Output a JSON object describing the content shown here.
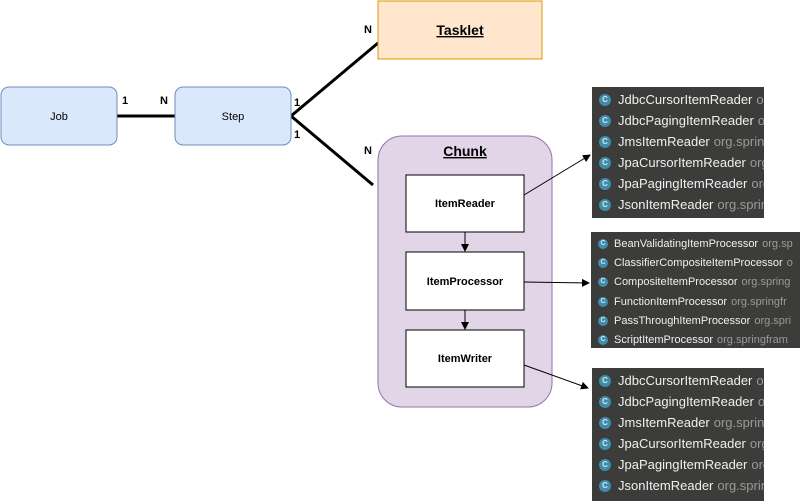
{
  "nodes": {
    "job": "Job",
    "step": "Step",
    "tasklet": "Tasklet",
    "chunk": "Chunk",
    "item_reader": "ItemReader",
    "item_processor": "ItemProcessor",
    "item_writer": "ItemWriter"
  },
  "multiplicity": {
    "job_step_job_side": "1",
    "job_step_step_side": "N",
    "step_tasklet_step_side": "1",
    "step_tasklet_tasklet_side": "N",
    "step_chunk_step_side": "1",
    "step_chunk_chunk_side": "N"
  },
  "colors": {
    "job_step_fill": "#dae8fc",
    "job_step_stroke": "#6c8ebf",
    "tasklet_fill": "#ffe6cc",
    "tasklet_stroke": "#d79b00",
    "chunk_fill": "#e1d5e7",
    "chunk_stroke": "#9673a6",
    "panel_bg": "#3c3c3a",
    "class_icon": "#3f8dab"
  },
  "class_icon_letter": "C",
  "reader_panel": [
    {
      "name": "JdbcCursorItemReader",
      "pkg": "o"
    },
    {
      "name": "JdbcPagingItemReader",
      "pkg": "o"
    },
    {
      "name": "JmsItemReader",
      "pkg": "org.sprin"
    },
    {
      "name": "JpaCursorItemReader",
      "pkg": "org"
    },
    {
      "name": "JpaPagingItemReader",
      "pkg": "org"
    },
    {
      "name": "JsonItemReader",
      "pkg": "org.sprin"
    }
  ],
  "processor_panel": [
    {
      "name": "BeanValidatingItemProcessor",
      "pkg": "org.sp"
    },
    {
      "name": "ClassifierCompositeItemProcessor",
      "pkg": "o"
    },
    {
      "name": "CompositeItemProcessor",
      "pkg": "org.spring"
    },
    {
      "name": "FunctionItemProcessor",
      "pkg": "org.springfr"
    },
    {
      "name": "PassThroughItemProcessor",
      "pkg": "org.spri"
    },
    {
      "name": "ScriptItemProcessor",
      "pkg": "org.springfram"
    }
  ],
  "writer_panel": [
    {
      "name": "JdbcCursorItemReader",
      "pkg": "o"
    },
    {
      "name": "JdbcPagingItemReader",
      "pkg": "o"
    },
    {
      "name": "JmsItemReader",
      "pkg": "org.sprin"
    },
    {
      "name": "JpaCursorItemReader",
      "pkg": "org"
    },
    {
      "name": "JpaPagingItemReader",
      "pkg": "org"
    },
    {
      "name": "JsonItemReader",
      "pkg": "org.sprin"
    }
  ]
}
